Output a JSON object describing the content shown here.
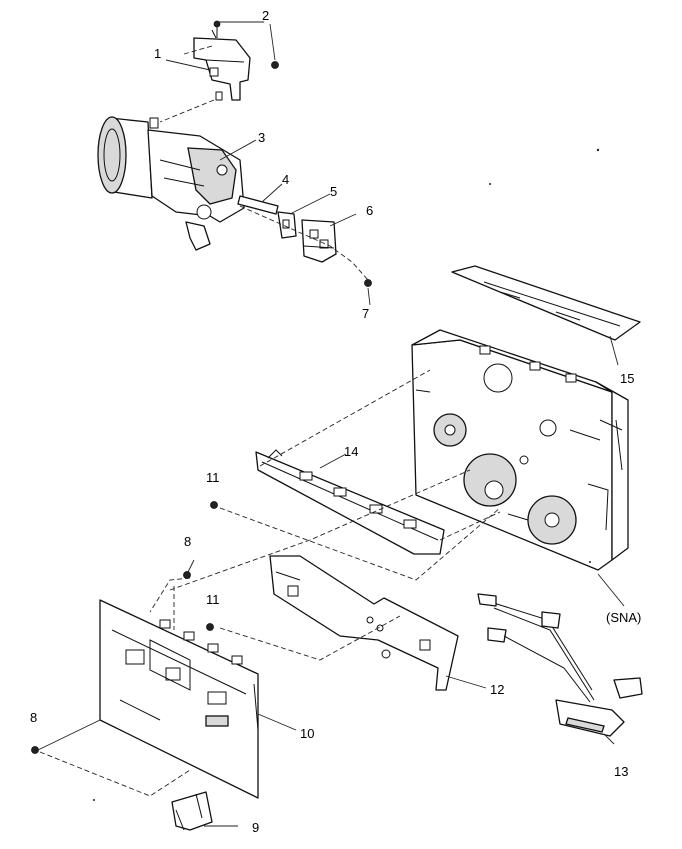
{
  "diagram": {
    "callouts": [
      {
        "id": "c1",
        "label": "1"
      },
      {
        "id": "c2",
        "label": "2"
      },
      {
        "id": "c3",
        "label": "3"
      },
      {
        "id": "c4",
        "label": "4"
      },
      {
        "id": "c5",
        "label": "5"
      },
      {
        "id": "c6",
        "label": "6"
      },
      {
        "id": "c7",
        "label": "7"
      },
      {
        "id": "c8a",
        "label": "8"
      },
      {
        "id": "c8b",
        "label": "8"
      },
      {
        "id": "c9",
        "label": "9"
      },
      {
        "id": "c10",
        "label": "10"
      },
      {
        "id": "c11a",
        "label": "11"
      },
      {
        "id": "c11b",
        "label": "11"
      },
      {
        "id": "c12",
        "label": "12"
      },
      {
        "id": "c13",
        "label": "13"
      },
      {
        "id": "c14",
        "label": "14"
      },
      {
        "id": "c15",
        "label": "15"
      },
      {
        "id": "cSNA",
        "label": "(SNA)"
      }
    ]
  }
}
